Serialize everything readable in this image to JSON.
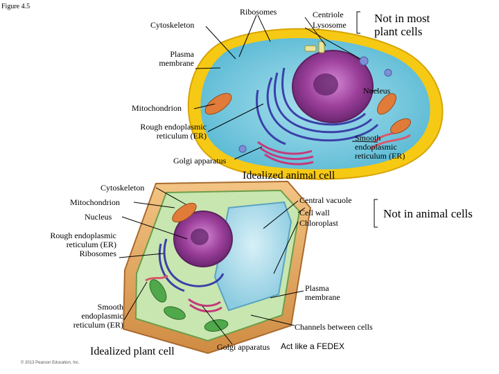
{
  "figure_label": "Figure 4.5",
  "animal": {
    "caption": "Idealized animal cell",
    "labels": {
      "cytoskeleton": "Cytoskeleton",
      "ribosomes": "Ribosomes",
      "centriole": "Centriole",
      "lysosome": "Lysosome",
      "not_in_most_plant": "Not in most\nplant cells",
      "plasma_membrane": "Plasma\nmembrane",
      "nucleus": "Nucleus",
      "mitochondrion": "Mitochondrion",
      "rough_er": "Rough endoplasmic\nreticulum (ER)",
      "smooth_er": "Smooth\nendoplasmic\nreticulum (ER)",
      "golgi": "Golgi apparatus"
    }
  },
  "plant": {
    "caption": "Idealized plant cell",
    "labels": {
      "cytoskeleton": "Cytoskeleton",
      "mitochondrion": "Mitochondrion",
      "nucleus": "Nucleus",
      "rough_er_ribosomes": "Rough endoplasmic\nreticulum (ER)\nRibosomes",
      "central_vacuole": "Central vacuole",
      "cell_wall": "Cell wall",
      "chloroplast": "Chloroplast",
      "not_in_animal": "Not in animal cells",
      "plasma_membrane": "Plasma\nmembrane",
      "smooth_er": "Smooth\nendoplasmic\nreticulum (ER)",
      "channels": "Channels between cells",
      "golgi": "Golgi apparatus",
      "golgi_note": "Act like a FEDEX"
    }
  },
  "copyright": "© 2013 Pearson Education, Inc.",
  "colors": {
    "cell_membrane": "#f6c915",
    "cytoplasm": "#7fcfe3",
    "nucleus": "#9b3f9a",
    "cell_wall": "#e6a35a",
    "vacuole": "#9fd7e8",
    "chloroplast": "#4fa84a",
    "mitochondrion": "#e07b39"
  }
}
